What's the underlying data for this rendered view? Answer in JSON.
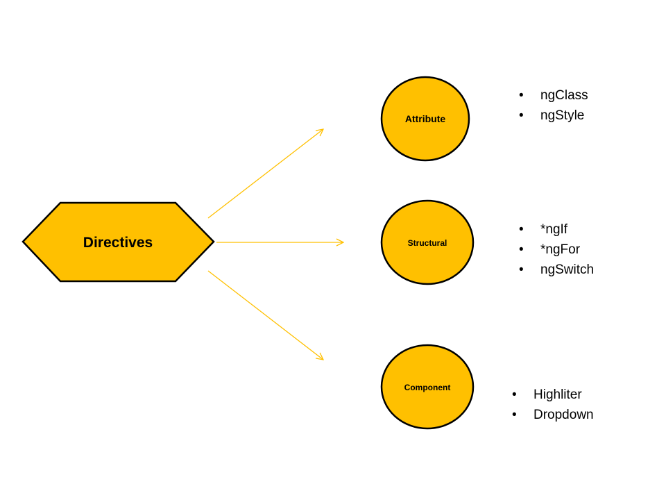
{
  "root": {
    "label": "Directives"
  },
  "categories": [
    {
      "label": "Attribute",
      "items": [
        "ngClass",
        "ngStyle"
      ]
    },
    {
      "label": "Structural",
      "items": [
        "*ngIf",
        "*ngFor",
        "ngSwitch"
      ]
    },
    {
      "label": "Component",
      "items": [
        "Highliter",
        "Dropdown"
      ]
    }
  ],
  "bullet_glyph": "•",
  "colors": {
    "fill": "#FFC000",
    "stroke": "#000000",
    "arrow": "#FFC000"
  }
}
